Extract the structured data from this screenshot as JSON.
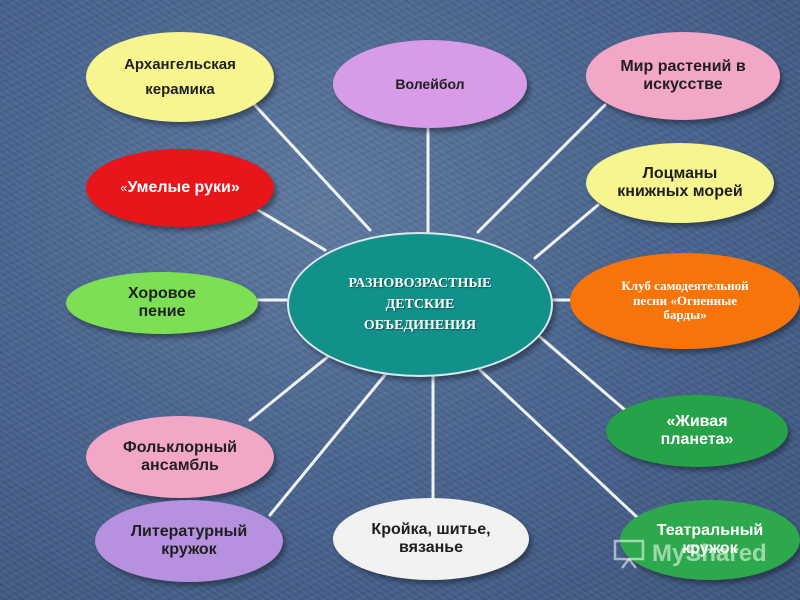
{
  "center": {
    "line1": "РАЗНОВОЗРАСТНЫЕ",
    "line2": "ДЕТСКИЕ",
    "line3": "ОБЪЕДИНЕНИЯ"
  },
  "nodes": {
    "arkhangelsk": {
      "line1": "Архангельская",
      "line2": "керамика"
    },
    "volleyball": {
      "line1": "Волейбол"
    },
    "plants": {
      "line1": "Мир растений в",
      "line2": "искусстве"
    },
    "skillful_hands": {
      "quote": "«",
      "line1": "Умелые руки»"
    },
    "pilots": {
      "line1": "Лоцманы",
      "line2": "книжных морей"
    },
    "choir": {
      "line1": "Хоровое",
      "line2": "пение"
    },
    "song_club": {
      "line1": "Клуб самодеятельной",
      "line2": "песни «Огненные",
      "line3": "барды»"
    },
    "folklore": {
      "line1": "Фольклорный",
      "line2": "ансамбль"
    },
    "living_planet": {
      "line1": "«Живая",
      "line2": "планета»"
    },
    "literary": {
      "line1": "Литературный",
      "line2": "кружок"
    },
    "sewing": {
      "line1": "Кройка, шитье,",
      "line2": "вязанье"
    },
    "theatre": {
      "line1": "Театральный",
      "line2": "кружок"
    }
  },
  "watermark": {
    "text": "MyShared",
    "icon": "presentation-board-icon"
  },
  "colors": {
    "center": "#12918a",
    "yellow": "#f6f58f",
    "violet": "#d79be8",
    "pink": "#f3a7c7",
    "red": "#e8151b",
    "green_light": "#7ddf53",
    "orange": "#f7740b",
    "green_dark": "#26a348",
    "lavender": "#b591df",
    "white": "#f2f2f2"
  }
}
